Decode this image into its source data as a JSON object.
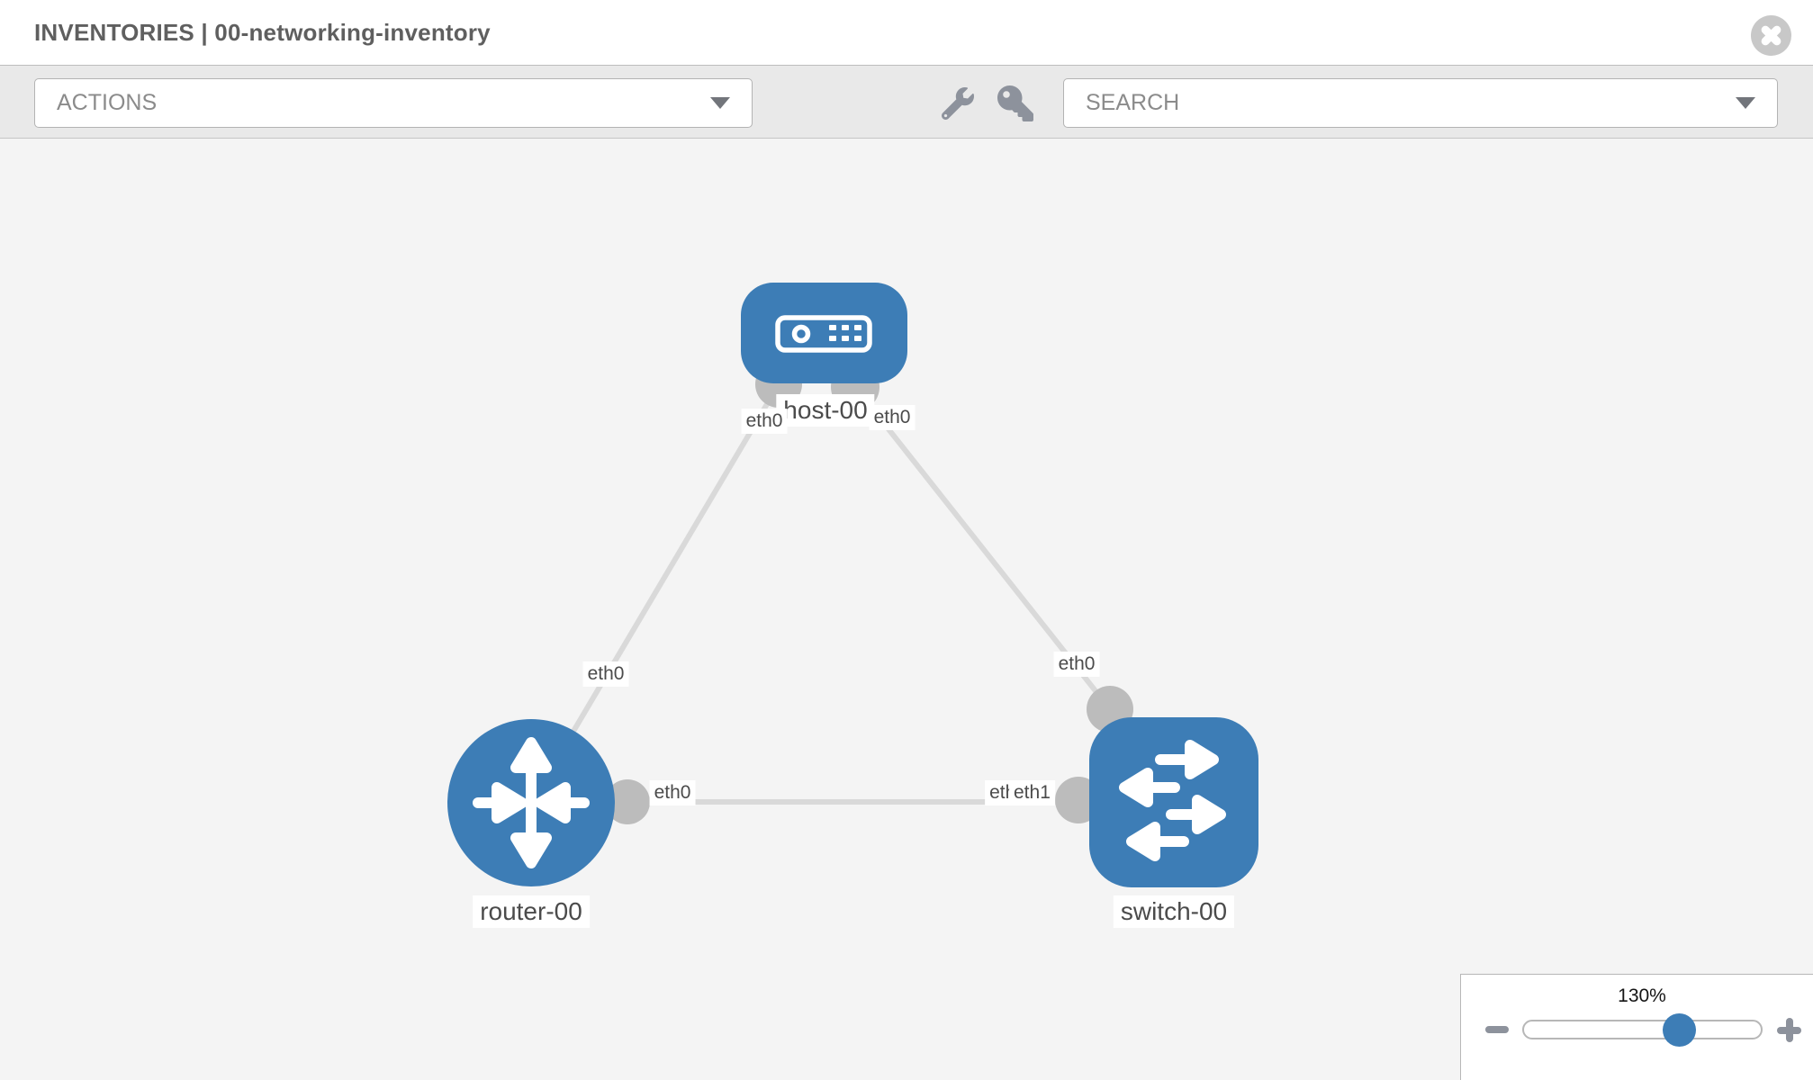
{
  "header": {
    "title": "INVENTORIES | 00-networking-inventory"
  },
  "toolbar": {
    "actions_placeholder": "ACTIONS",
    "search_placeholder": "SEARCH",
    "icons": [
      "wrench-icon",
      "key-icon"
    ]
  },
  "topology": {
    "nodes": [
      {
        "label": "host-00",
        "type": "host"
      },
      {
        "label": "router-00",
        "type": "router"
      },
      {
        "label": "switch-00",
        "type": "switch"
      }
    ],
    "links": [
      {
        "from": "router-00",
        "to": "host-00",
        "from_interface": "eth0",
        "to_interface": "eth0"
      },
      {
        "from": "switch-00",
        "to": "host-00",
        "from_interface": "eth0",
        "to_interface": "eth0"
      },
      {
        "from": "router-00",
        "to": "switch-00",
        "from_interface": "eth0",
        "to_interface": "eth1"
      }
    ],
    "iflabels": {
      "host_left": "eth0",
      "host_right": "eth0",
      "router_top": "eth0",
      "router_right": "eth0",
      "switch_top": "eth0",
      "switch_left_back": "eth0",
      "switch_left_front": "eth1"
    }
  },
  "zoom_control": {
    "level": "130%"
  },
  "colors": {
    "node_blue": "#3d7db6",
    "canvas_bg": "#f4f4f4",
    "toolbar_bg": "#e9e9e9",
    "link_gray": "#d9d9d9",
    "port_gray": "#bcbcbc",
    "label_text": "#4b4b4b",
    "title_text": "#5f5f5f"
  }
}
